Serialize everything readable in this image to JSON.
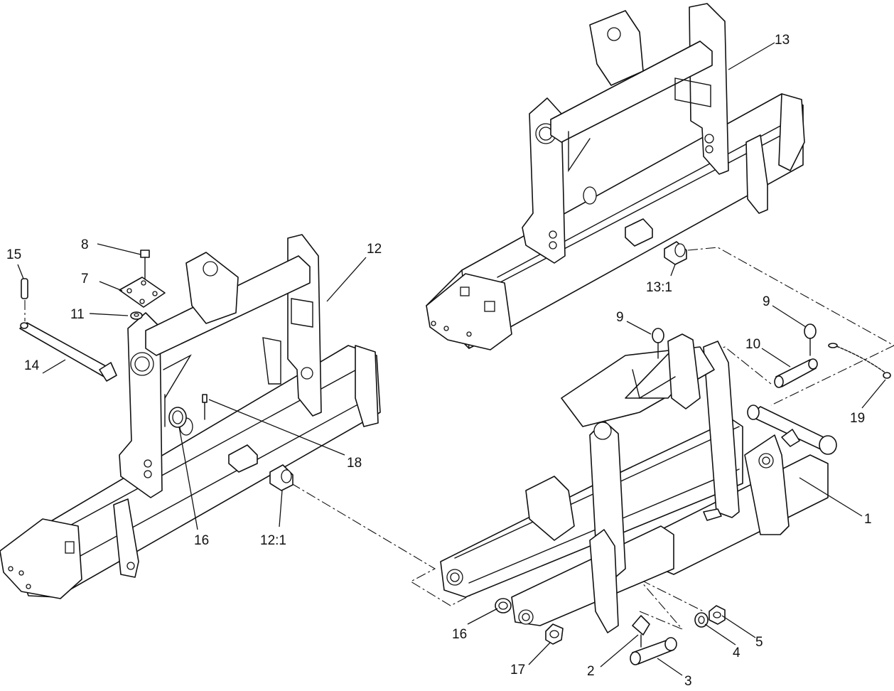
{
  "callouts": {
    "c1": "1",
    "c2": "2",
    "c3": "3",
    "c4": "4",
    "c5": "5",
    "c7": "7",
    "c8": "8",
    "c9a": "9",
    "c9b": "9",
    "c10": "10",
    "c11": "11",
    "c12": "12",
    "c12_1": "12:1",
    "c13": "13",
    "c13_1": "13:1",
    "c14": "14",
    "c15": "15",
    "c16a": "16",
    "c16b": "16",
    "c17": "17",
    "c18": "18",
    "c19": "19"
  }
}
